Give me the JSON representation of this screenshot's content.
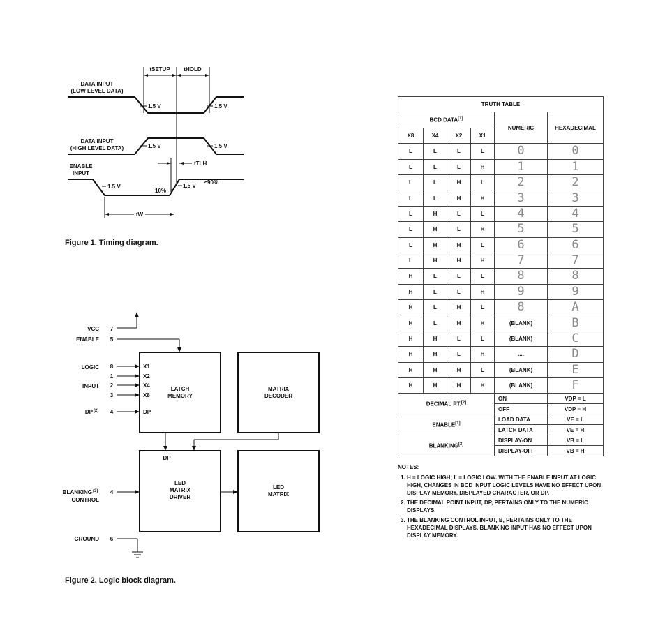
{
  "figure1": {
    "caption": "Figure 1. Timing diagram.",
    "t_setup": "tSETUP",
    "t_hold": "tHOLD",
    "data_low_label": [
      "DATA INPUT",
      "(LOW LEVEL DATA)"
    ],
    "data_high_label": [
      "DATA INPUT",
      "(HIGH LEVEL DATA)"
    ],
    "enable_label": [
      "ENABLE",
      "INPUT"
    ],
    "v15": "1.5 V",
    "pct10": "10%",
    "pct90": "90%",
    "t_tlh": "tTLH",
    "tw": "tW"
  },
  "figure2": {
    "caption": "Figure 2. Logic block diagram.",
    "vcc": "VCC",
    "enable": "ENABLE",
    "logic": "LOGIC",
    "input": "INPUT",
    "dp": "DP",
    "dp_sup": "(2)",
    "blanking": "BLANKING",
    "blanking_sup": "(3)",
    "control": "CONTROL",
    "ground": "GROUND",
    "pins": [
      "7",
      "5",
      "8",
      "1",
      "2",
      "3",
      "4",
      "4",
      "6"
    ],
    "latch_inputs": [
      "X1",
      "X2",
      "X4",
      "X8",
      "DP"
    ],
    "latch_label": [
      "LATCH",
      "MEMORY"
    ],
    "decoder_label": [
      "MATRIX",
      "DECODER"
    ],
    "driver_dp": "DP",
    "driver_label": [
      "LED",
      "MATRIX",
      "DRIVER"
    ],
    "matrix_label": [
      "LED",
      "MATRIX"
    ]
  },
  "truth_table": {
    "title": "TRUTH TABLE",
    "bcd_header": "BCD DATA",
    "bcd_sup": "[1]",
    "col_x8": "X8",
    "col_x4": "X4",
    "col_x2": "X2",
    "col_x1": "X1",
    "col_numeric": "NUMERIC",
    "col_hex": "HEXADECIMAL",
    "rows": [
      {
        "x8": "L",
        "x4": "L",
        "x2": "L",
        "x1": "L",
        "num": "0",
        "hex": "0"
      },
      {
        "x8": "L",
        "x4": "L",
        "x2": "L",
        "x1": "H",
        "num": "1",
        "hex": "1"
      },
      {
        "x8": "L",
        "x4": "L",
        "x2": "H",
        "x1": "L",
        "num": "2",
        "hex": "2"
      },
      {
        "x8": "L",
        "x4": "L",
        "x2": "H",
        "x1": "H",
        "num": "3",
        "hex": "3"
      },
      {
        "x8": "L",
        "x4": "H",
        "x2": "L",
        "x1": "L",
        "num": "4",
        "hex": "4"
      },
      {
        "x8": "L",
        "x4": "H",
        "x2": "L",
        "x1": "H",
        "num": "5",
        "hex": "5"
      },
      {
        "x8": "L",
        "x4": "H",
        "x2": "H",
        "x1": "L",
        "num": "6",
        "hex": "6"
      },
      {
        "x8": "L",
        "x4": "H",
        "x2": "H",
        "x1": "H",
        "num": "7",
        "hex": "7"
      },
      {
        "x8": "H",
        "x4": "L",
        "x2": "L",
        "x1": "L",
        "num": "8",
        "hex": "8"
      },
      {
        "x8": "H",
        "x4": "L",
        "x2": "L",
        "x1": "H",
        "num": "9",
        "hex": "9"
      },
      {
        "x8": "H",
        "x4": "L",
        "x2": "H",
        "x1": "L",
        "num": "8",
        "hex": "A"
      },
      {
        "x8": "H",
        "x4": "L",
        "x2": "H",
        "x1": "H",
        "num": "(BLANK)",
        "hex": "B"
      },
      {
        "x8": "H",
        "x4": "H",
        "x2": "L",
        "x1": "L",
        "num": "(BLANK)",
        "hex": "C"
      },
      {
        "x8": "H",
        "x4": "H",
        "x2": "L",
        "x1": "H",
        "num": "....",
        "hex": "D"
      },
      {
        "x8": "H",
        "x4": "H",
        "x2": "H",
        "x1": "L",
        "num": "(BLANK)",
        "hex": "E"
      },
      {
        "x8": "H",
        "x4": "H",
        "x2": "H",
        "x1": "H",
        "num": "(BLANK)",
        "hex": "F"
      }
    ],
    "decimal_pt": "DECIMAL PT.",
    "decimal_sup": "[2]",
    "dp_on": "ON",
    "dp_off": "OFF",
    "dp_on_val": "VDP = L",
    "dp_off_val": "VDP = H",
    "enable": "ENABLE",
    "enable_sup": "[1]",
    "load_data": "LOAD DATA",
    "latch_data": "LATCH DATA",
    "load_val": "VE   = L",
    "latch_val": "VE   = H",
    "blanking": "BLANKING",
    "blanking_sup": "[3]",
    "disp_on": "DISPLAY-ON",
    "disp_off": "DISPLAY-OFF",
    "disp_on_val": "VB   = L",
    "disp_off_val": "VB   = H"
  },
  "notes": {
    "title": "NOTES:",
    "items": [
      "H = LOGIC HIGH; L = LOGIC LOW. WITH THE ENABLE INPUT AT LOGIC HIGH, CHANGES IN BCD INPUT LOGIC LEVELS HAVE NO EFFECT UPON DISPLAY MEMORY, DISPLAYED CHARACTER, OR DP.",
      "THE DECIMAL POINT INPUT, DP, PERTAINS ONLY TO THE NUMERIC DISPLAYS.",
      "THE BLANKING CONTROL INPUT, B, PERTAINS ONLY TO THE HEXADECIMAL DISPLAYS. BLANKING INPUT HAS NO EFFECT UPON DISPLAY MEMORY."
    ]
  }
}
